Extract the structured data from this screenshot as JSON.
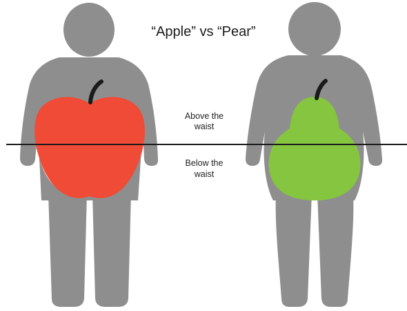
{
  "title": "“Apple” vs “Pear”",
  "labels": {
    "above_line1": "Above the",
    "above_line2": "waist",
    "below_line1": "Below the",
    "below_line2": "waist"
  },
  "figures": [
    {
      "id": "apple",
      "fruit_icon": "apple-icon",
      "fruit_color": "#ef4b36",
      "highlight_color": "#f7b5a6"
    },
    {
      "id": "pear",
      "fruit_icon": "pear-icon",
      "fruit_color": "#86c540"
    }
  ],
  "colors": {
    "body": "#8e8e8e",
    "stem": "#1a1a1a",
    "waist_line": "#1a1a1a",
    "background": "#ffffff"
  }
}
